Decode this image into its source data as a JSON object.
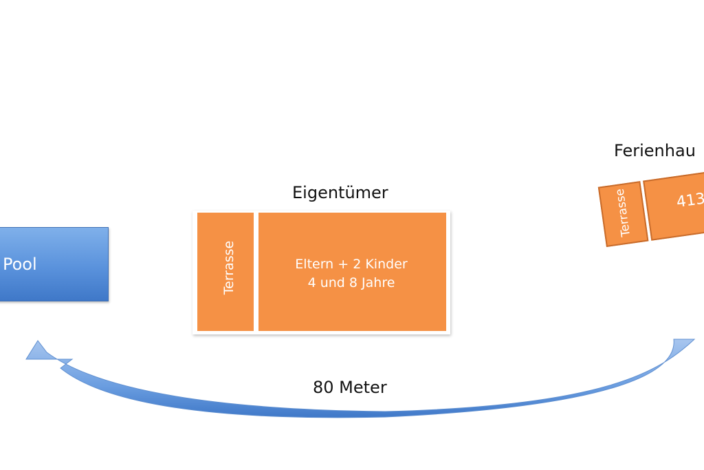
{
  "pool": {
    "label": "Pool"
  },
  "owner": {
    "title": "Eigentümer",
    "terrace": "Terrasse",
    "line1": "Eltern + 2 Kinder",
    "line2": "4 und 8 Jahre"
  },
  "ferienhaus": {
    "title": "Ferienhau",
    "terrace": "Terrasse",
    "number": "413"
  },
  "distance": {
    "label": "80 Meter"
  },
  "colors": {
    "house_orange": "#f59145",
    "pool_blue": "#5a92dc",
    "arrow_blue": "#6a9de0"
  }
}
